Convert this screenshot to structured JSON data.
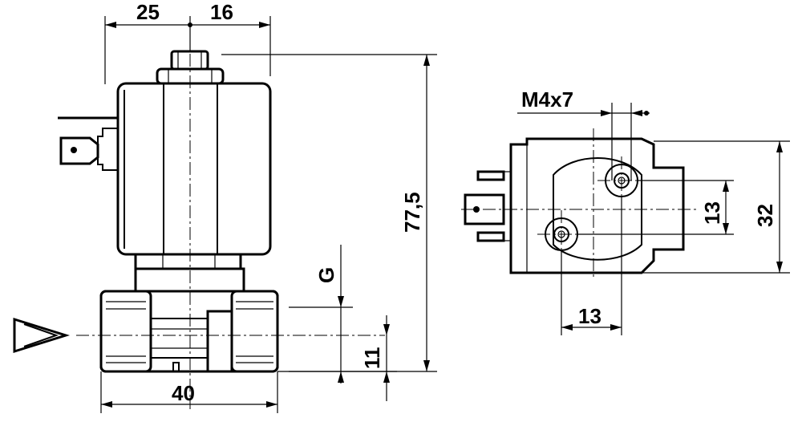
{
  "dimensions": {
    "top_left": "25",
    "top_right": "16",
    "height": "77,5",
    "thread_label": "G",
    "port_height": "11",
    "base_width": "40",
    "screw": "M4x7",
    "right_height": "32",
    "hole_spacing_v": "13",
    "hole_spacing_h": "13"
  }
}
